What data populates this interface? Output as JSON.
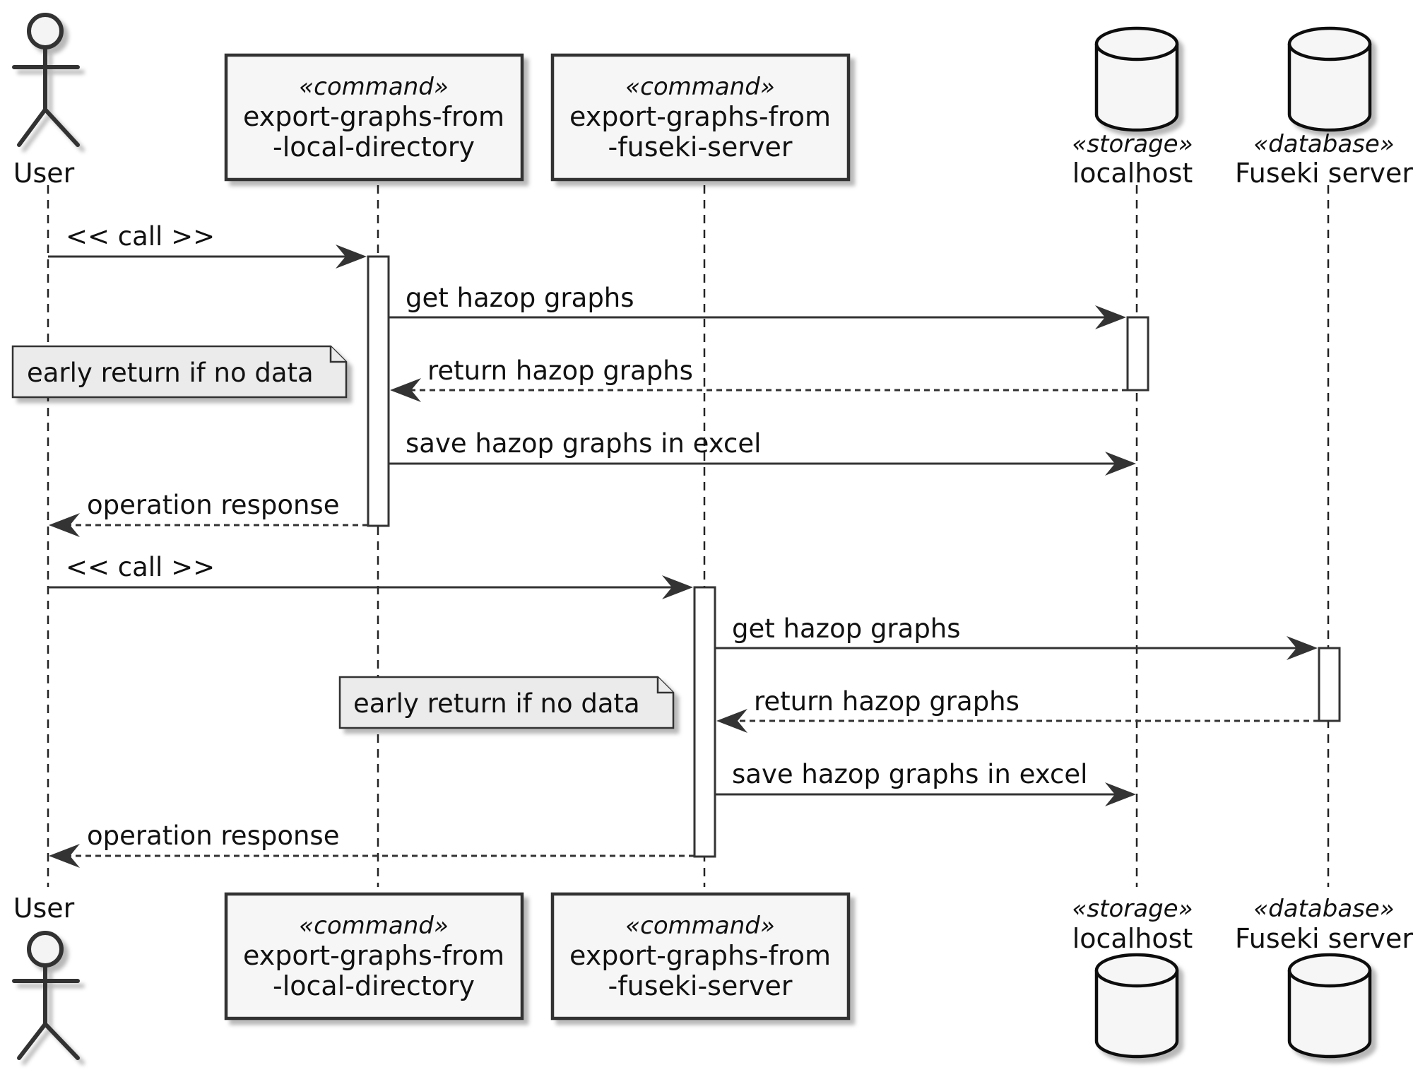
{
  "participants": [
    {
      "id": "user",
      "kind": "actor",
      "stereotype": "",
      "name_lines": [
        "User"
      ]
    },
    {
      "id": "local",
      "kind": "box",
      "stereotype": "«command»",
      "name_lines": [
        "export-graphs-from",
        "-local-directory"
      ]
    },
    {
      "id": "fuseki_cmd",
      "kind": "box",
      "stereotype": "«command»",
      "name_lines": [
        "export-graphs-from",
        "-fuseki-server"
      ]
    },
    {
      "id": "localhost",
      "kind": "database",
      "stereotype": "«storage»",
      "name_lines": [
        "localhost"
      ]
    },
    {
      "id": "fuseki",
      "kind": "database",
      "stereotype": "«database»",
      "name_lines": [
        "Fuseki server"
      ]
    }
  ],
  "messages": [
    {
      "from": "user",
      "to": "local",
      "label": "<< call >>",
      "style": "solid"
    },
    {
      "from": "local",
      "to": "localhost",
      "label": "get hazop graphs",
      "style": "solid"
    },
    {
      "from": "localhost",
      "to": "local",
      "label": "return hazop graphs",
      "style": "dashed"
    },
    {
      "from": "local",
      "to": "localhost",
      "label": "save hazop graphs in excel",
      "style": "solid"
    },
    {
      "from": "local",
      "to": "user",
      "label": "operation response",
      "style": "dashed"
    },
    {
      "from": "user",
      "to": "fuseki_cmd",
      "label": "<< call >>",
      "style": "solid"
    },
    {
      "from": "fuseki_cmd",
      "to": "fuseki",
      "label": "get hazop graphs",
      "style": "solid"
    },
    {
      "from": "fuseki",
      "to": "fuseki_cmd",
      "label": "return hazop graphs",
      "style": "dashed"
    },
    {
      "from": "fuseki_cmd",
      "to": "localhost",
      "label": "save hazop graphs in excel",
      "style": "solid"
    },
    {
      "from": "fuseki_cmd",
      "to": "user",
      "label": "operation response",
      "style": "dashed"
    }
  ],
  "notes": [
    {
      "text": "early return if no data",
      "attached_to": "local",
      "side": "left"
    },
    {
      "text": "early return if no data",
      "attached_to": "fuseki_cmd",
      "side": "left"
    }
  ]
}
